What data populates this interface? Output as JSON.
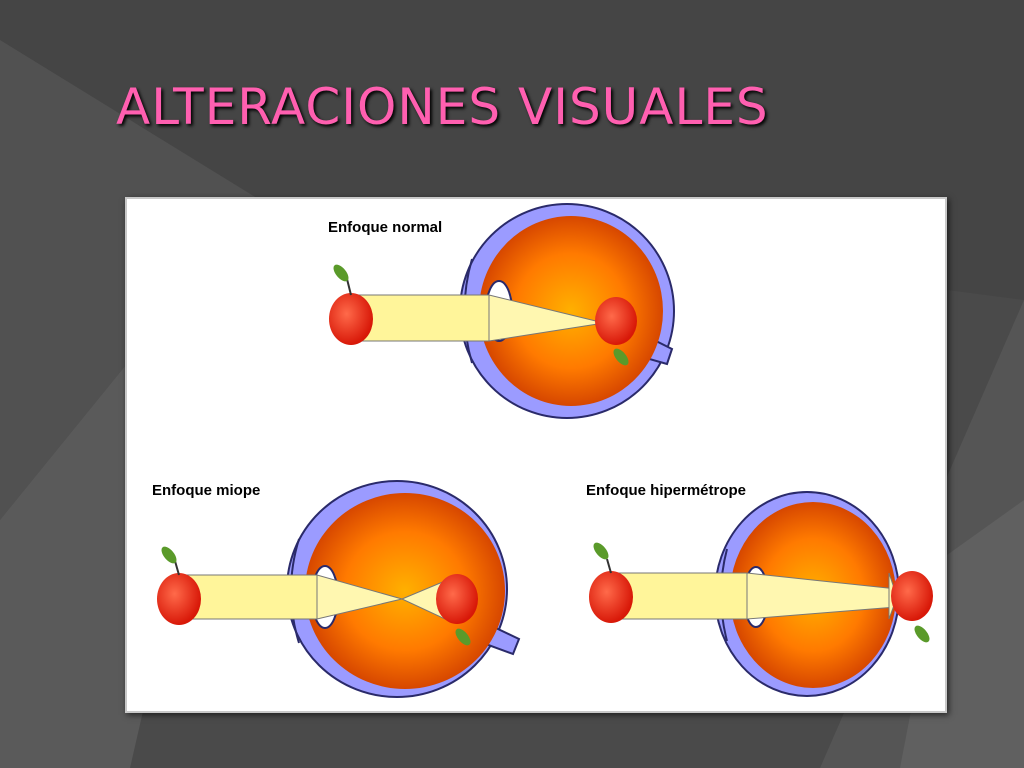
{
  "slide": {
    "title": "ALTERACIONES VISUALES",
    "colors": {
      "title": "#ff5fb0",
      "background": "#4a4a4a"
    }
  },
  "figure": {
    "normal_label": "Enfoque normal",
    "myopic_label": "Enfoque miope",
    "hyperopic_label": "Enfoque hipermétrope"
  }
}
